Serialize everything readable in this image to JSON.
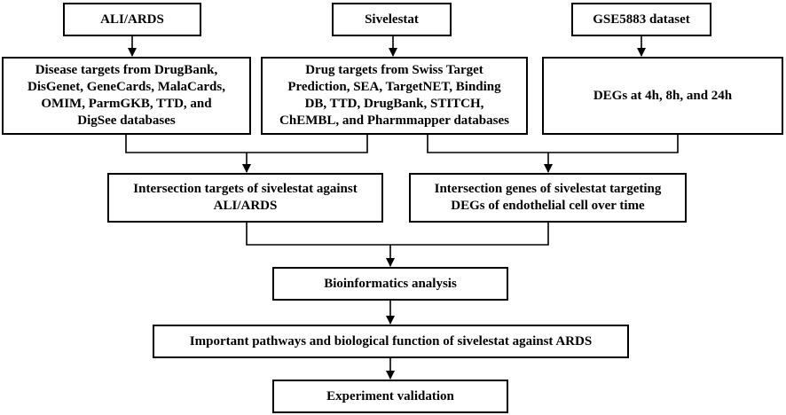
{
  "top_row": {
    "ali_ards": "ALI/ARDS",
    "sivelestat": "Sivelestat",
    "gse_dataset": "GSE5883 dataset"
  },
  "targets_row": {
    "disease_targets": [
      "Disease targets from DrugBank,",
      "DisGenet, GeneCards, MalaCards,",
      "OMIM, ParmGKB, TTD,  and",
      "DigSee databases"
    ],
    "drug_targets": [
      "Drug targets from Swiss Target",
      "Prediction, SEA, TargetNET, Binding",
      "DB, TTD, DrugBank, STITCH,",
      "ChEMBL, and Pharmmapper databases"
    ],
    "degs": "DEGs at 4h, 8h, and 24h"
  },
  "intersection_row": {
    "intersection_targets": [
      "Intersection targets of sivelestat against",
      "ALI/ARDS"
    ],
    "intersection_genes": [
      "Intersection genes of sivelestat targeting",
      "DEGs of endothelial cell over time"
    ]
  },
  "bioinformatics": "Bioinformatics analysis",
  "pathways": "Important pathways and biological function of sivelestat against ARDS",
  "validation": "Experiment validation",
  "colors": {
    "stroke": "#000000",
    "background": "#ffffff",
    "text": "#000000"
  }
}
